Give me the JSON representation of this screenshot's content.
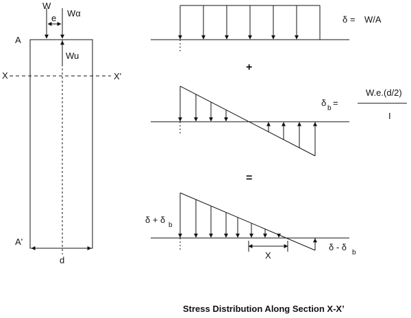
{
  "column": {
    "load_label": "W",
    "eccentricity_label": "e",
    "axial_label": "Wα",
    "moment_label": "Wu",
    "top_label": "A",
    "bottom_label": "A'",
    "width_label": "d",
    "section_left_label": "X",
    "section_right_label": "X'"
  },
  "uniform": {
    "formula_lhs": "δ",
    "formula_eq": "=",
    "formula_rhs": "W/A"
  },
  "plus_sign": "+",
  "bending": {
    "lhs_main": "δ",
    "lhs_sub": "b",
    "eq": "=",
    "numerator": "W.e.(d/2)",
    "denominator": "I"
  },
  "equals_sign": "=",
  "combined": {
    "max_main": "δ + δ",
    "max_sub": "b",
    "min_main": "δ - δ",
    "min_sub": "b",
    "x_label": "X"
  },
  "caption": "Stress Distribution Along Section X-X’"
}
